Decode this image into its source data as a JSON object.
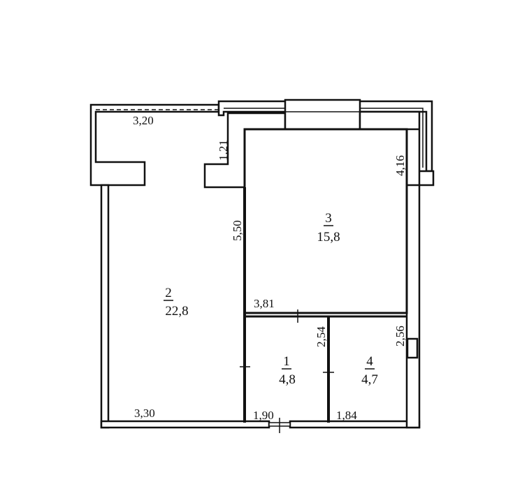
{
  "rooms": [
    {
      "number": "1",
      "area": "4,8"
    },
    {
      "number": "2",
      "area": "22,8"
    },
    {
      "number": "3",
      "area": "15,8"
    },
    {
      "number": "4",
      "area": "4,7"
    }
  ],
  "dimensions": {
    "balcony_width": "3,20",
    "balcony_depth": "1,21",
    "room2_side": "5,50",
    "room2_bottom": "3,30",
    "room3_side": "4,16",
    "room3_bottom": "3,81",
    "room1_side": "2,54",
    "room1_bottom": "1,90",
    "room4_side": "2,56",
    "room4_bottom": "1,84"
  }
}
